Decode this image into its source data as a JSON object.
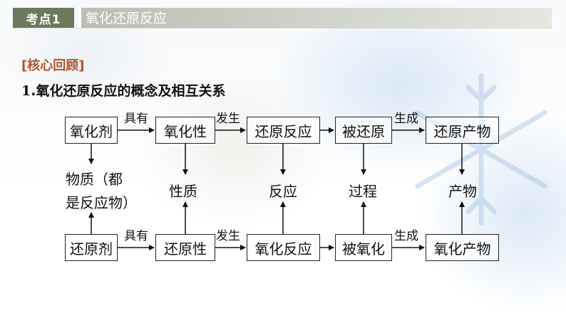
{
  "header": {
    "tag": "考点1",
    "title": "氧化还原反应"
  },
  "section_label": "[核心回顾]",
  "subtitle": {
    "number": "1",
    "text": ".氧化还原反应的概念及相互关系"
  },
  "diagram": {
    "top_row": [
      "氧化剂",
      "氧化性",
      "还原反应",
      "被还原",
      "还原产物"
    ],
    "top_edges": [
      "具有",
      "发生",
      "",
      "生成"
    ],
    "middle_row": [
      "物质（都",
      "是反应物）",
      "性质",
      "反应",
      "过程",
      "产物"
    ],
    "bottom_row": [
      "还原剂",
      "还原性",
      "氧化反应",
      "被氧化",
      "氧化产物"
    ],
    "bottom_edges": [
      "具有",
      "发生",
      "",
      "生成"
    ]
  }
}
